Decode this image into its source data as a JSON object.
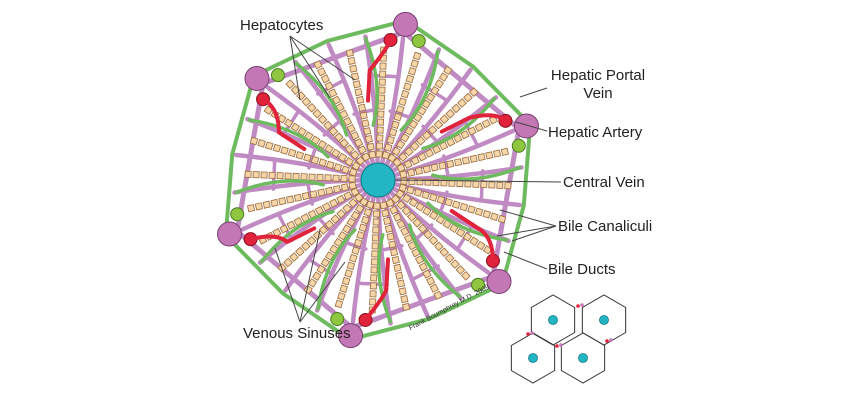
{
  "labels": {
    "hepatocytes": "Hepatocytes",
    "hepatic_portal_vein_line1": "Hepatic Portal",
    "hepatic_portal_vein_line2": "Vein",
    "hepatic_artery": "Hepatic Artery",
    "central_vein": "Central Vein",
    "bile_canaliculi": "Bile Canaliculi",
    "bile_ducts": "Bile Ducts",
    "venous_sinuses": "Venous Sinuses"
  },
  "credit": "Frank Boumphrey M.D. 2009",
  "colors": {
    "sinus": "#c08bc2",
    "bile_duct": "#6dbb5e",
    "artery": "#e0223a",
    "portal_vein": "#c477b5",
    "central_vein": "#22b5c3",
    "hepatocyte": "#f6d6a8",
    "hepatocyte_border": "#9a6a3a",
    "leader": "#444444"
  }
}
